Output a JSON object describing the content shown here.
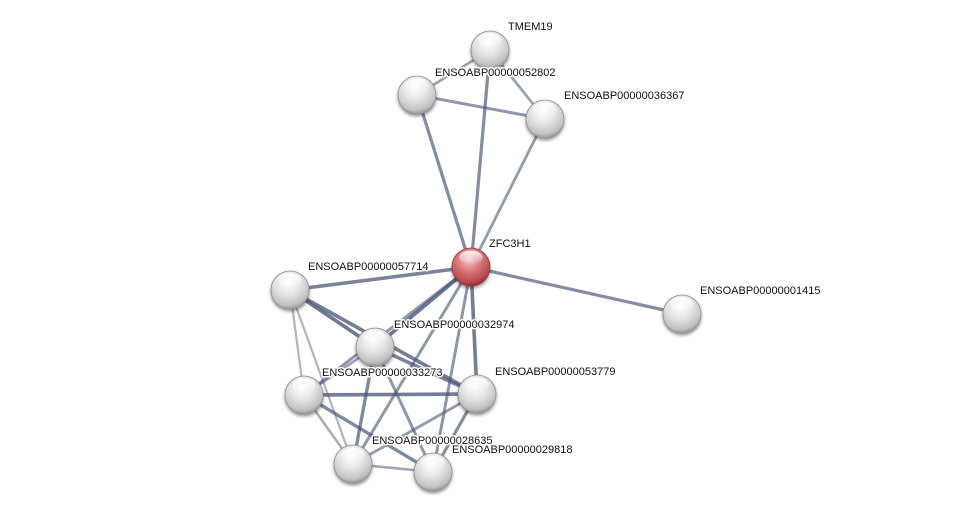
{
  "diagram": {
    "type": "protein-interaction-network",
    "colors": {
      "background": "#ffffff",
      "edge": "#4a5575",
      "node": "#dcdcdc",
      "query_node": "#cc5a5f"
    },
    "nodes": [
      {
        "id": "ZFC3H1",
        "label": "ZFC3H1",
        "query": true
      },
      {
        "id": "TMEM19",
        "label": "TMEM19",
        "query": false
      },
      {
        "id": "P52802",
        "label": "ENSOABP00000052802",
        "query": false
      },
      {
        "id": "P36367",
        "label": "ENSOABP00000036367",
        "query": false
      },
      {
        "id": "P57714",
        "label": "ENSOABP00000057714",
        "query": false
      },
      {
        "id": "P01415",
        "label": "ENSOABP00000001415",
        "query": false
      },
      {
        "id": "P32974",
        "label": "ENSOABP00000032974",
        "query": false
      },
      {
        "id": "P33273",
        "label": "ENSOABP00000033273",
        "query": false
      },
      {
        "id": "P53779",
        "label": "ENSOABP00000053779",
        "query": false
      },
      {
        "id": "P28635",
        "label": "ENSOABP00000028635",
        "query": false
      },
      {
        "id": "P29818",
        "label": "ENSOABP00000029818",
        "query": false
      }
    ],
    "edges": [
      {
        "source": "ZFC3H1",
        "target": "TMEM19",
        "strength": 0.7
      },
      {
        "source": "ZFC3H1",
        "target": "P52802",
        "strength": 0.7
      },
      {
        "source": "ZFC3H1",
        "target": "P36367",
        "strength": 0.55
      },
      {
        "source": "ZFC3H1",
        "target": "P57714",
        "strength": 0.8
      },
      {
        "source": "ZFC3H1",
        "target": "P01415",
        "strength": 0.7
      },
      {
        "source": "ZFC3H1",
        "target": "P32974",
        "strength": 0.9
      },
      {
        "source": "ZFC3H1",
        "target": "P33273",
        "strength": 0.6
      },
      {
        "source": "ZFC3H1",
        "target": "P53779",
        "strength": 0.85
      },
      {
        "source": "ZFC3H1",
        "target": "P28635",
        "strength": 0.6
      },
      {
        "source": "ZFC3H1",
        "target": "P29818",
        "strength": 0.6
      },
      {
        "source": "TMEM19",
        "target": "P52802",
        "strength": 0.5
      },
      {
        "source": "TMEM19",
        "target": "P36367",
        "strength": 0.5
      },
      {
        "source": "P52802",
        "target": "P36367",
        "strength": 0.6
      },
      {
        "source": "P57714",
        "target": "P32974",
        "strength": 0.9
      },
      {
        "source": "P57714",
        "target": "P53779",
        "strength": 0.85
      },
      {
        "source": "P57714",
        "target": "P33273",
        "strength": 0.3
      },
      {
        "source": "P57714",
        "target": "P28635",
        "strength": 0.3
      },
      {
        "source": "P32974",
        "target": "P33273",
        "strength": 0.5
      },
      {
        "source": "P32974",
        "target": "P53779",
        "strength": 0.8
      },
      {
        "source": "P32974",
        "target": "P28635",
        "strength": 0.75
      },
      {
        "source": "P32974",
        "target": "P29818",
        "strength": 0.6
      },
      {
        "source": "P33273",
        "target": "P53779",
        "strength": 0.85
      },
      {
        "source": "P33273",
        "target": "P28635",
        "strength": 0.4
      },
      {
        "source": "P33273",
        "target": "P29818",
        "strength": 0.75
      },
      {
        "source": "P53779",
        "target": "P28635",
        "strength": 0.55
      },
      {
        "source": "P53779",
        "target": "P29818",
        "strength": 0.7
      },
      {
        "source": "P28635",
        "target": "P29818",
        "strength": 0.45
      }
    ]
  }
}
